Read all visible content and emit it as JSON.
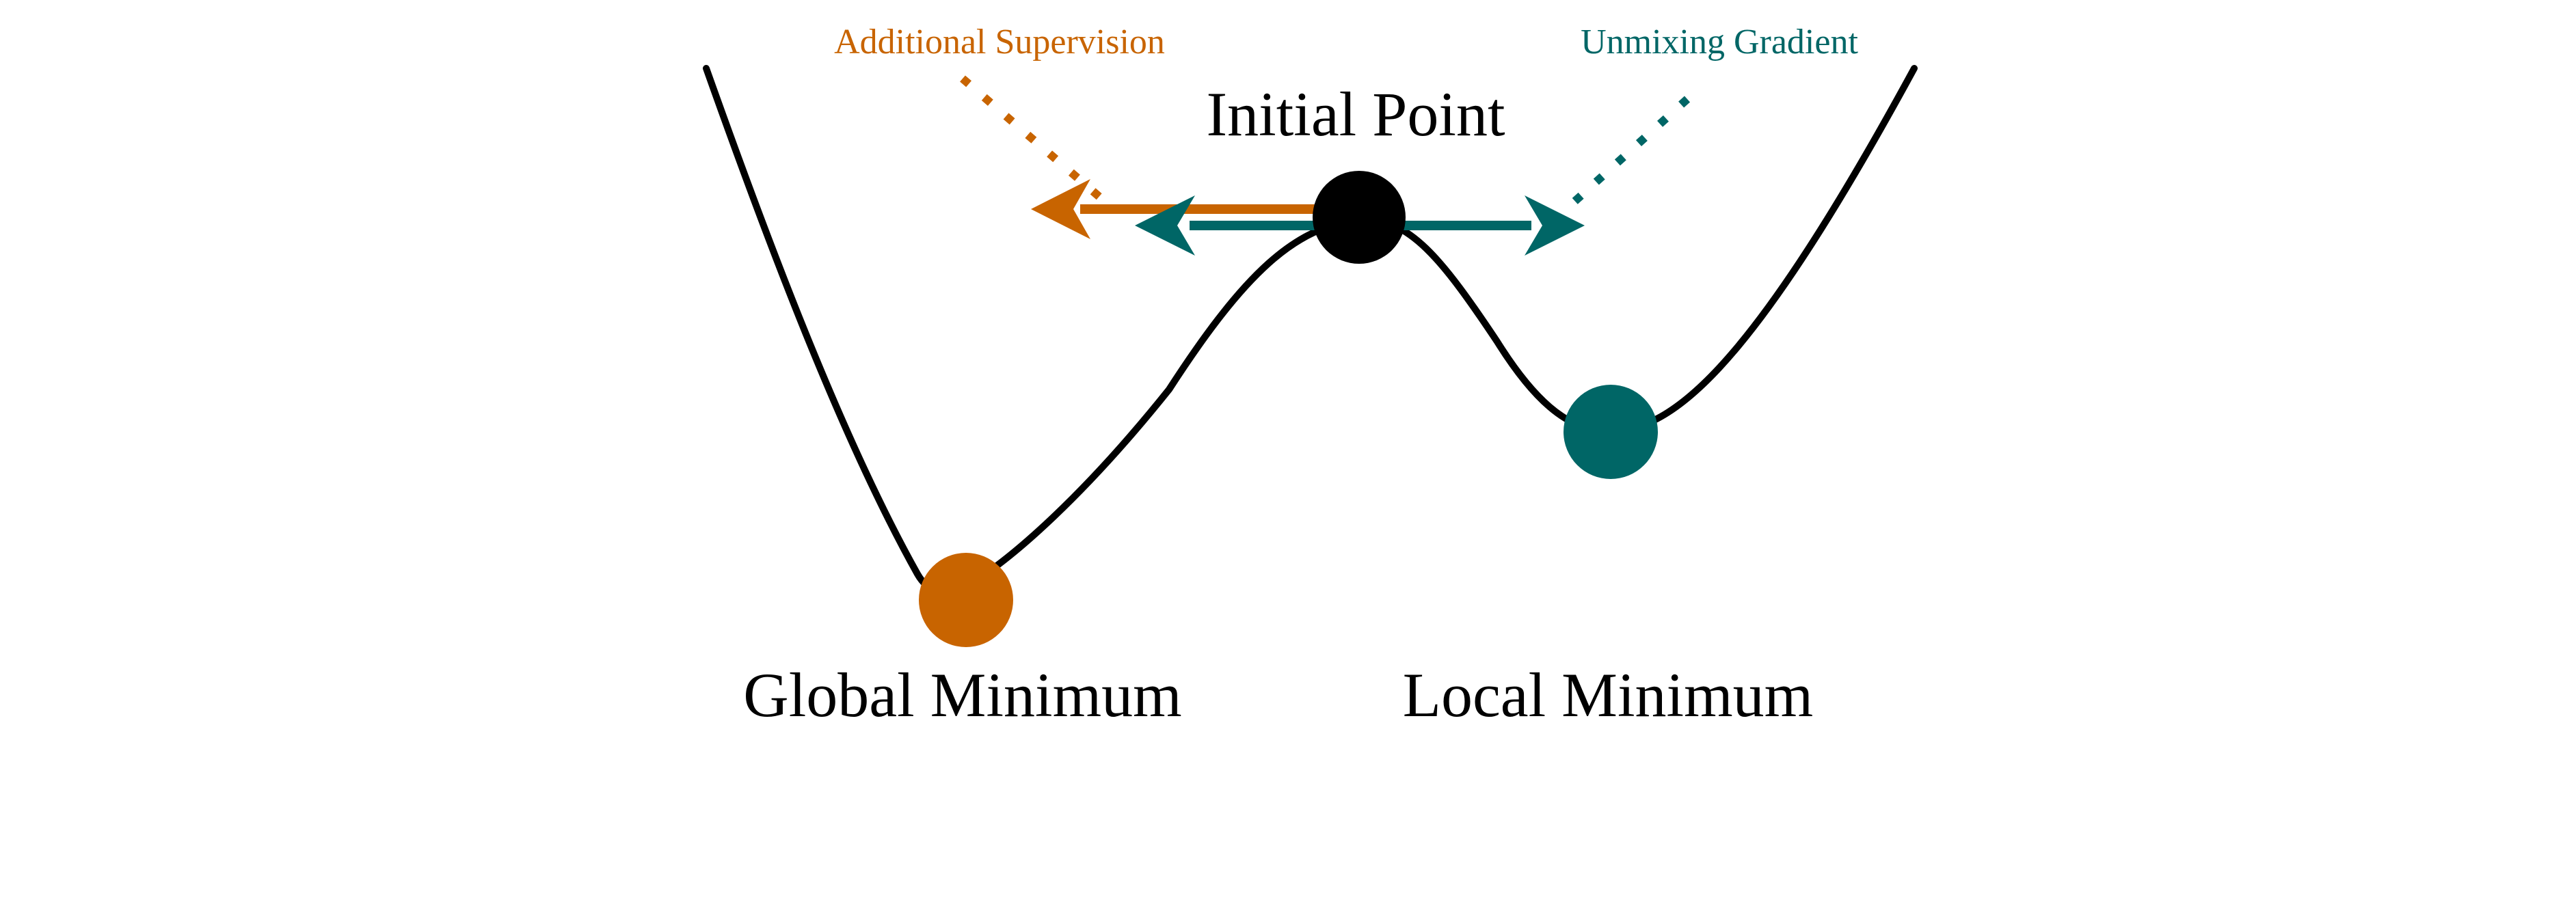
{
  "labels": {
    "additional_supervision": "Additional Supervision",
    "unmixing_gradient": "Unmixing Gradient",
    "initial_point": "Initial Point",
    "global_minimum": "Global Minimum",
    "local_minimum": "Local Minimum"
  },
  "colors": {
    "curve": "#000000",
    "supervision": "#C86400",
    "unmixing": "#006666",
    "initial_point": "#000000",
    "global_minimum": "#C86400",
    "local_minimum": "#006666"
  }
}
